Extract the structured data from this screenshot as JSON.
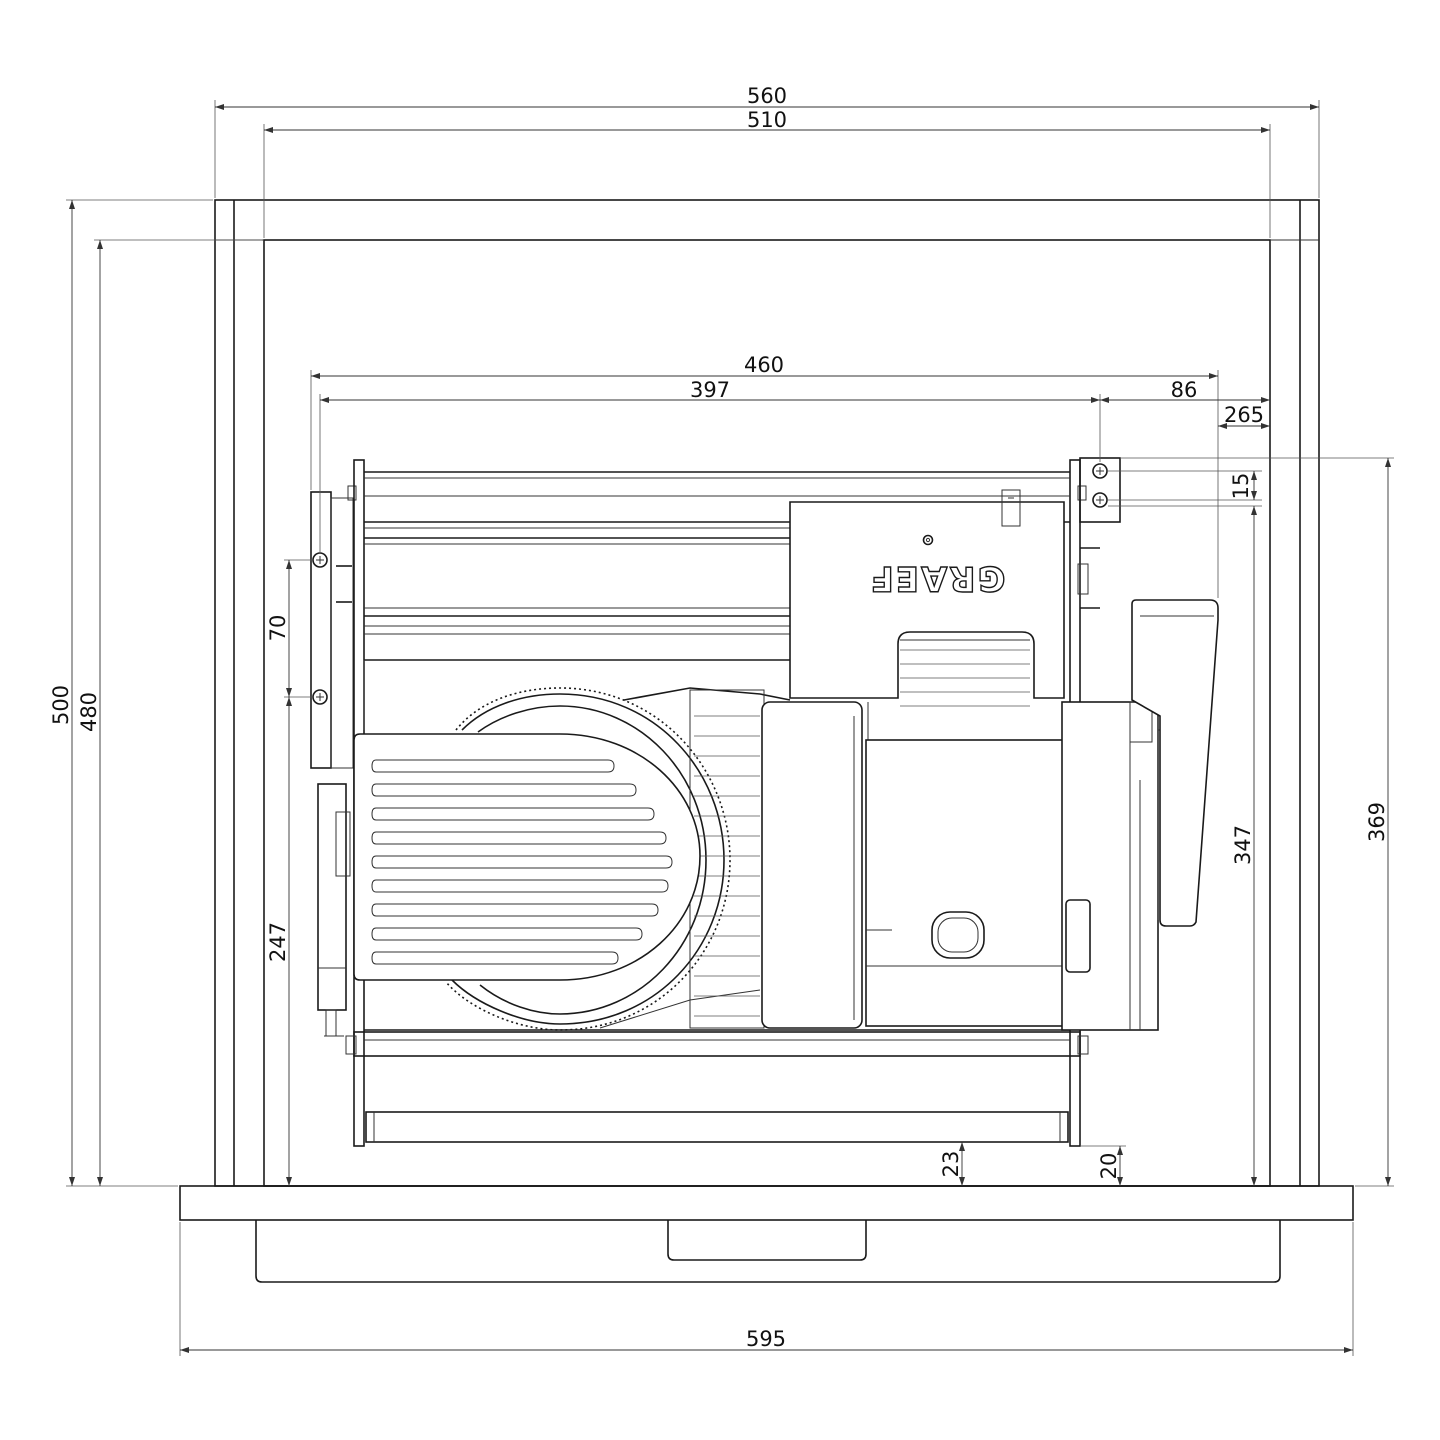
{
  "brand": "GRAEF",
  "dimensions": {
    "d560": "560",
    "d510": "510",
    "d460": "460",
    "d397": "397",
    "d86": "86",
    "d265": "265",
    "d15": "15",
    "d70": "70",
    "d500": "500",
    "d480": "480",
    "d247": "247",
    "d347": "347",
    "d369": "369",
    "d23": "23",
    "d20": "20",
    "d595": "595"
  }
}
